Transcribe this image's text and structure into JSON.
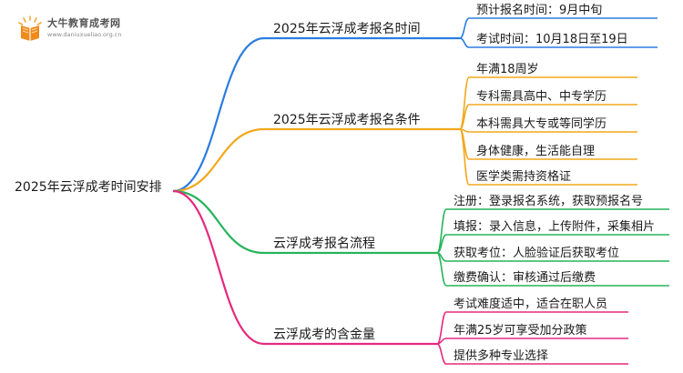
{
  "logo": {
    "name": "大牛教育成考网",
    "url": "www.daniuxueliao.org.cn"
  },
  "root": {
    "label": "2025年云浮成考时间安排"
  },
  "branches": [
    {
      "label": "2025年云浮成考报名时间",
      "color": "#2b7de0",
      "children": [
        "预计报名时间：9月中旬",
        "考试时间：10月18日至19日"
      ]
    },
    {
      "label": "2025年云浮成考报名条件",
      "color": "#f2a81d",
      "children": [
        "年满18周岁",
        "专科需具高中、中专学历",
        "本科需具大专或等同学历",
        "身体健康，生活能自理",
        "医学类需持资格证"
      ]
    },
    {
      "label": "云浮成考报名流程",
      "color": "#27b35a",
      "children": [
        "注册：登录报名系统，获取预报名号",
        "填报：录入信息，上传附件，采集相片",
        "获取考位：人脸验证后获取考位",
        "缴费确认：审核通过后缴费"
      ]
    },
    {
      "label": "云浮成考的含金量",
      "color": "#e52a7e",
      "children": [
        "考试难度适中，适合在职人员",
        "年满25岁可享受加分政策",
        "提供多种专业选择"
      ]
    }
  ]
}
